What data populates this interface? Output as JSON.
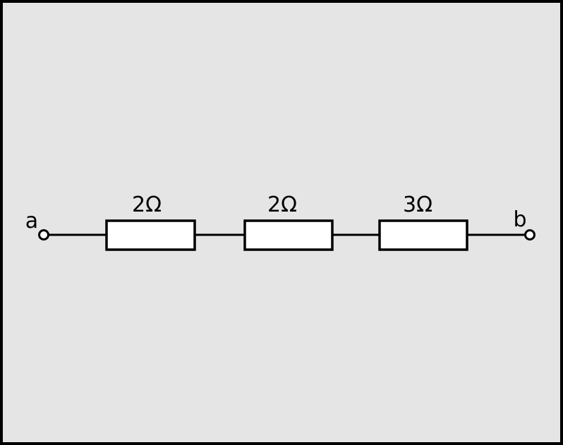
{
  "circuit": {
    "terminals": {
      "a": "a",
      "b": "b"
    },
    "resistors": [
      {
        "label": "2Ω"
      },
      {
        "label": "2Ω"
      },
      {
        "label": "3Ω"
      }
    ]
  },
  "colors": {
    "background": "#e5e5e5",
    "stroke": "#000000",
    "resistor_fill": "#ffffff"
  }
}
